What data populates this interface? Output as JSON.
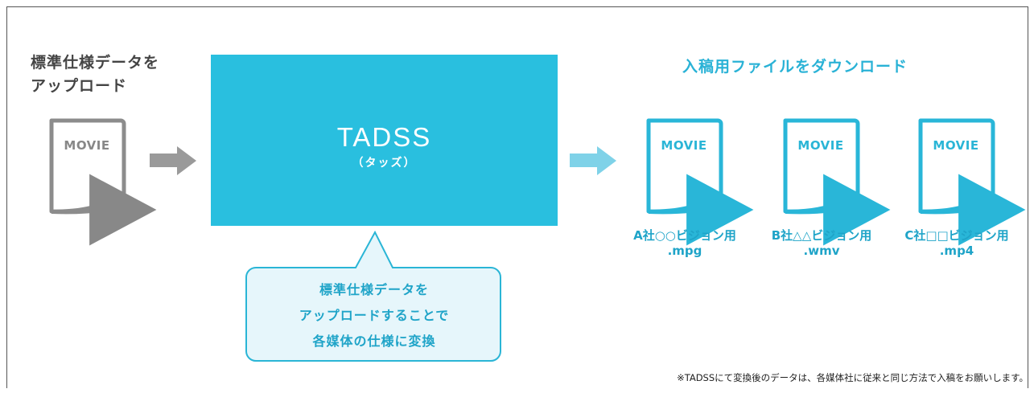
{
  "left": {
    "title": "標準仕様データを\nアップロード",
    "file_label": "MOVIE"
  },
  "center": {
    "title": "TADSS",
    "subtitle": "（タッズ）",
    "callout": "標準仕様データを\nアップロードすることで\n各媒体の仕様に変換"
  },
  "right": {
    "title": "入稿用ファイルをダウンロード",
    "files": [
      {
        "label": "MOVIE",
        "caption_line1": "A社○○ビジョン用",
        "caption_line2": ".mpg"
      },
      {
        "label": "MOVIE",
        "caption_line1": "B社△△ビジョン用",
        "caption_line2": ".wmv"
      },
      {
        "label": "MOVIE",
        "caption_line1": "C社□□ビジョン用",
        "caption_line2": ".mp4"
      }
    ]
  },
  "footnote": "※TADSSにて変換後のデータは、各媒体社に従来と同じ方法で入稿をお願いします。",
  "colors": {
    "accent": "#29bfdf",
    "accent_text": "#1fa4c8",
    "gray": "#8c8c8c",
    "callout_bg": "#e6f6fb"
  }
}
